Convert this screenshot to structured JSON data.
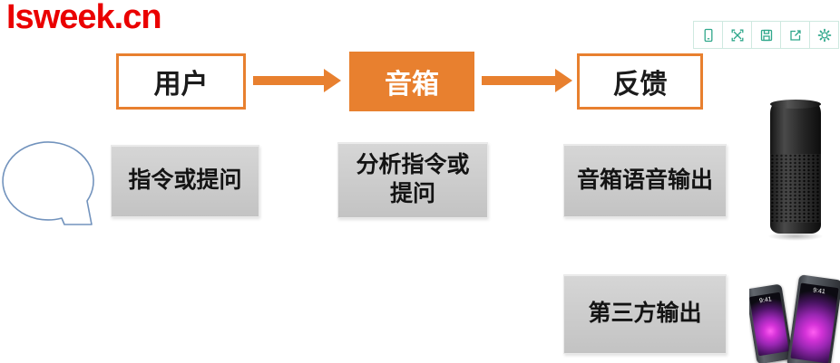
{
  "brand": {
    "logo_text": "Isweek.cn",
    "logo_color": "#EA0000"
  },
  "toolbar": {
    "items": [
      {
        "name": "mobile-view",
        "icon": "mobile-icon"
      },
      {
        "name": "fullscreen",
        "icon": "fullscreen-expand-icon"
      },
      {
        "name": "save",
        "icon": "save-icon"
      },
      {
        "name": "share",
        "icon": "share-icon"
      },
      {
        "name": "settings",
        "icon": "gear-icon"
      }
    ],
    "icon_color": "#2FA78B"
  },
  "flow": {
    "nodes": [
      {
        "label": "用户",
        "variant": "outlined"
      },
      {
        "label": "音箱",
        "variant": "filled"
      },
      {
        "label": "反馈",
        "variant": "outlined"
      }
    ],
    "detail_boxes": [
      {
        "label": "指令或提问"
      },
      {
        "label": "分析指令或提问"
      },
      {
        "label": "音箱语音输出"
      },
      {
        "label": "第三方输出"
      }
    ]
  },
  "illustrations": {
    "speech_bubble": "empty-speech-bubble-callout",
    "smart_speaker": "black-cylindrical-smart-speaker",
    "phones": "two-smartphones-purple-flower-wallpaper",
    "phone_time": "9:41"
  },
  "colors": {
    "accent_orange": "#E8802F",
    "box_gray": "#CCCCCC",
    "bubble_outline": "#7293BD",
    "toolbar_border": "#CFE9E0"
  }
}
